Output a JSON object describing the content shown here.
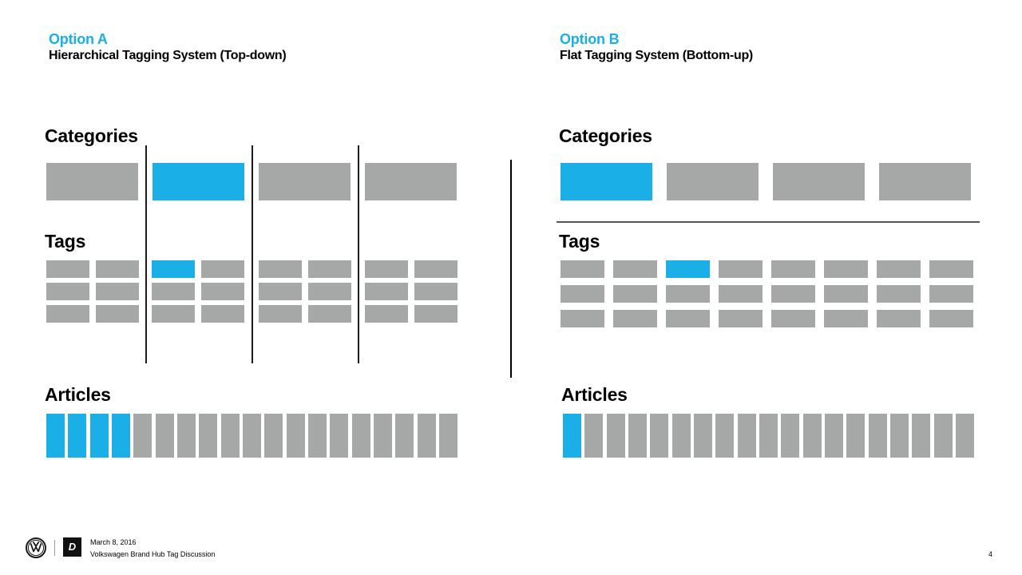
{
  "colors": {
    "accent": "#1aafe6",
    "placeholder": "#a6a8a7",
    "text": "#000000"
  },
  "optionA": {
    "label": "Option A",
    "subtitle": "Hierarchical Tagging System (Top-down)",
    "categories_heading": "Categories",
    "tags_heading": "Tags",
    "articles_heading": "Articles",
    "category_count": 4,
    "highlighted_category_index": 1,
    "tag_grid": {
      "rows": 3,
      "cols": 8
    },
    "highlighted_tag": {
      "row": 0,
      "col": 2
    },
    "article_count": 19,
    "highlighted_articles": 4
  },
  "optionB": {
    "label": "Option B",
    "subtitle": "Flat Tagging System (Bottom-up)",
    "categories_heading": "Categories",
    "tags_heading": "Tags",
    "articles_heading": "Articles",
    "category_count": 4,
    "highlighted_category_index": 0,
    "tag_grid": {
      "rows": 3,
      "cols": 8
    },
    "highlighted_tag": {
      "row": 0,
      "col": 2
    },
    "article_count": 19,
    "highlighted_articles": 1
  },
  "footer": {
    "logo_icon": "vw-logo-icon",
    "badge_icon": "d-badge-icon",
    "badge_letter": "D",
    "date": "March 8, 2016",
    "title": "Volkswagen Brand Hub Tag Discussion",
    "page_number": "4"
  }
}
